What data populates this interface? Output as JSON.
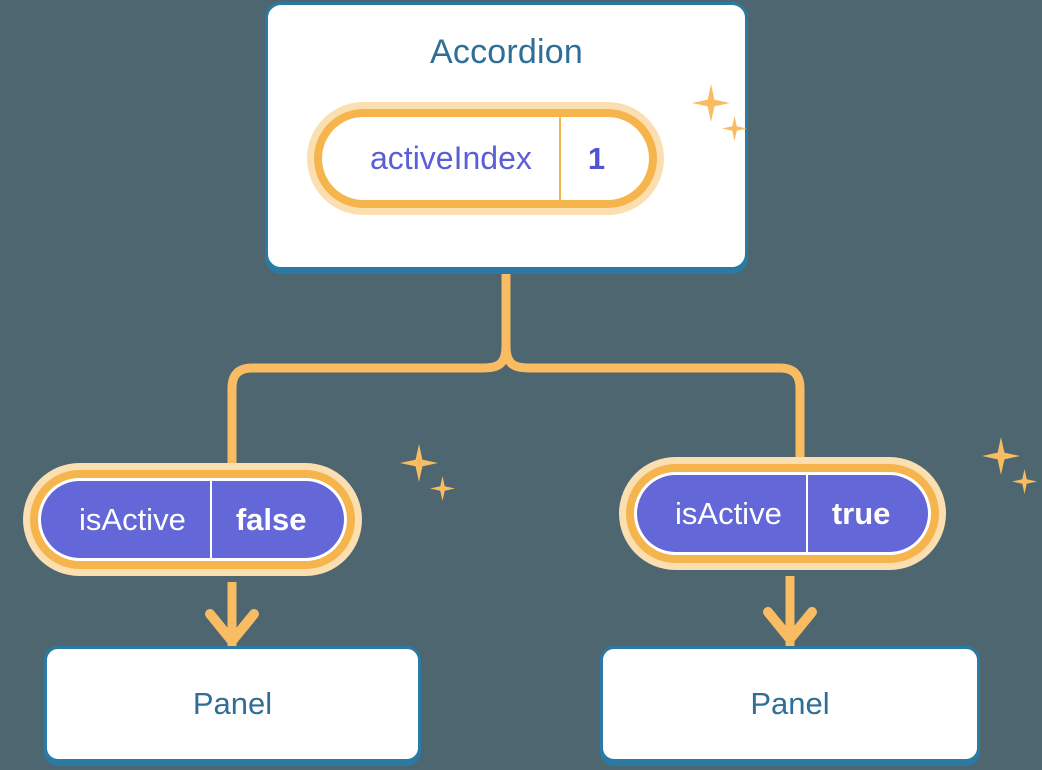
{
  "theme": {
    "background": "#4d6670",
    "card_border": "#2b7aa4",
    "card_fill": "#ffffff",
    "title_text": "#2f6e96",
    "accent_orange": "#f6b44d",
    "halo_orange": "#fbdfb0",
    "sparkle_orange": "#f9bc62",
    "pill_purple": "#6467d8",
    "pill_key_text_purple": "#5b5fd6",
    "pill_value_text_purple": "#5155d3",
    "pill_text_white": "#ffffff"
  },
  "diagram": {
    "type": "component-state-tree",
    "root": {
      "title": "Accordion",
      "state_pill": {
        "key": "activeIndex",
        "value": "1",
        "style": "white-fill",
        "sparkle": true
      }
    },
    "children": [
      {
        "state_pill": {
          "key": "isActive",
          "value": "false",
          "style": "purple-fill",
          "sparkle": true
        },
        "panel": {
          "title": "Panel"
        }
      },
      {
        "state_pill": {
          "key": "isActive",
          "value": "true",
          "style": "purple-fill",
          "sparkle": true
        },
        "panel": {
          "title": "Panel"
        }
      }
    ],
    "connectors": {
      "style": "orange-rounded-tree",
      "arrow_head": "down-chevron"
    }
  }
}
